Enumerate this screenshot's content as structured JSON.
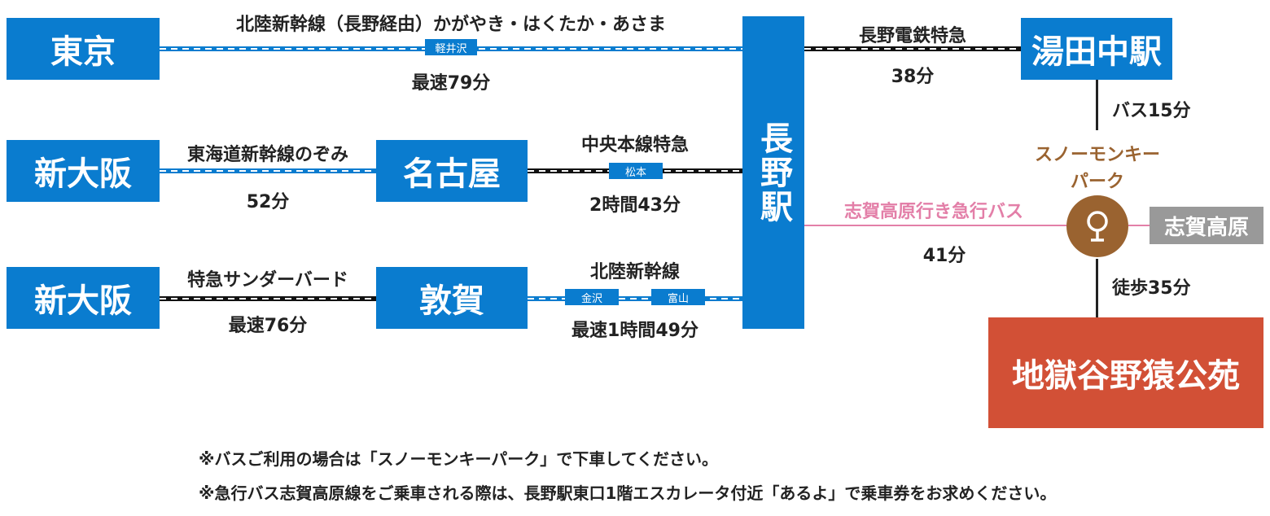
{
  "stations": {
    "tokyo": "東京",
    "shin_osaka_1": "新大阪",
    "shin_osaka_2": "新大阪",
    "nagoya": "名古屋",
    "tsuruga": "敦賀",
    "nagano": "長野駅",
    "yudanaka": "湯田中駅",
    "shiga_kogen": "志賀高原",
    "jigokudani": "地獄谷野猿公苑"
  },
  "routes": {
    "tokyo_nagano": {
      "line": "北陸新幹線（長野経由）かがやき・はくたか・あさま",
      "via": "軽井沢",
      "time": "最速79分"
    },
    "osaka_nagoya": {
      "line": "東海道新幹線のぞみ",
      "time": "52分"
    },
    "nagoya_nagano": {
      "line": "中央本線特急",
      "via": "松本",
      "time": "2時間43分"
    },
    "osaka_tsuruga": {
      "line": "特急サンダーバード",
      "time": "最速76分"
    },
    "tsuruga_nagano": {
      "line": "北陸新幹線",
      "via1": "金沢",
      "via2": "富山",
      "time": "最速1時間49分"
    },
    "nagano_yudanaka": {
      "line": "長野電鉄特急",
      "time": "38分"
    },
    "yudanaka_park": {
      "time": "バス15分"
    },
    "nagano_bus": {
      "line": "志賀高原行き急行バス",
      "time": "41分"
    },
    "park_walk": {
      "time": "徒歩35分"
    }
  },
  "bus_stop": {
    "name_line1": "スノーモンキー",
    "name_line2": "パーク"
  },
  "notes": [
    "※バスご利用の場合は「スノーモンキーパーク」で下車してください。",
    "※急行バス志賀高原線をご乗車される際は、長野駅東口1階エスカレータ付近「あるよ」で乗車券をお求めください。"
  ],
  "colors": {
    "station_blue": "#0a7ccf",
    "bus_pink": "#e37fa8",
    "stop_brown": "#9a6330",
    "park_red": "#d25036",
    "shiga_gray": "#999999"
  }
}
